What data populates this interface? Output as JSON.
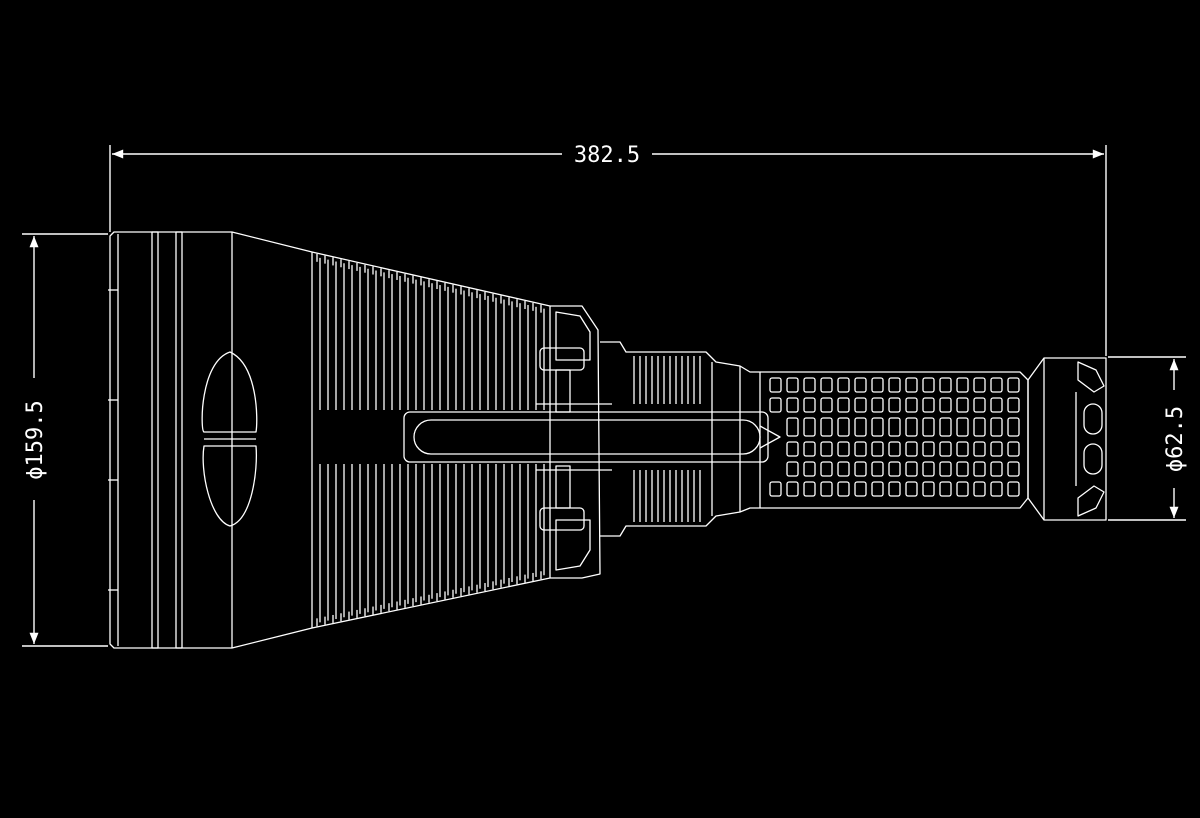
{
  "drawing": {
    "background_color": "#000000",
    "line_color": "#ffffff",
    "subject": "flashlight-side-view",
    "dimensions": {
      "overall_length": {
        "label": "382.5",
        "value": 382.5
      },
      "head_diameter": {
        "label": "ϕ159.5",
        "value": 159.5
      },
      "tail_diameter": {
        "label": "ϕ62.5",
        "value": 62.5
      }
    }
  }
}
